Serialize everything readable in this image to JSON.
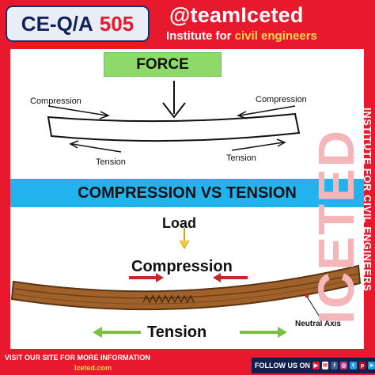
{
  "header": {
    "badge_code": "CE-Q/A",
    "badge_number": "505",
    "handle": "@teamIceted",
    "tagline_prefix": "Institute for ",
    "tagline_emphasis": "civil engineers"
  },
  "top_diagram": {
    "force_label": "FORCE",
    "compression_left": "Compression",
    "compression_right": "Compression",
    "tension_left": "Tension",
    "tension_right": "Tension"
  },
  "section_title": "COMPRESSION VS TENSION",
  "bottom_diagram": {
    "load_label": "Load",
    "compression_label": "Compression",
    "tension_label": "Tension",
    "neutral_axis_label": "Neutral Axis"
  },
  "watermark": "ICETED",
  "side_text": "INSTITUTE FOR CIVIL ENGINEERS",
  "footer": {
    "visit_text": "VISIT OUR SITE FOR MORE INFORMATION",
    "site": "Iceted.com",
    "follow_text": "FOLLOW US ON"
  },
  "social_icons": [
    "youtube-icon",
    "email-icon",
    "facebook-icon",
    "instagram-icon",
    "twitter-icon",
    "pinterest-icon",
    "telegram-icon"
  ],
  "colors": {
    "brand_red": "#e8192c",
    "navy": "#13235a",
    "force_green": "#8fd96b",
    "band_blue": "#22b3ef",
    "beam_brown": "#a0612b"
  }
}
